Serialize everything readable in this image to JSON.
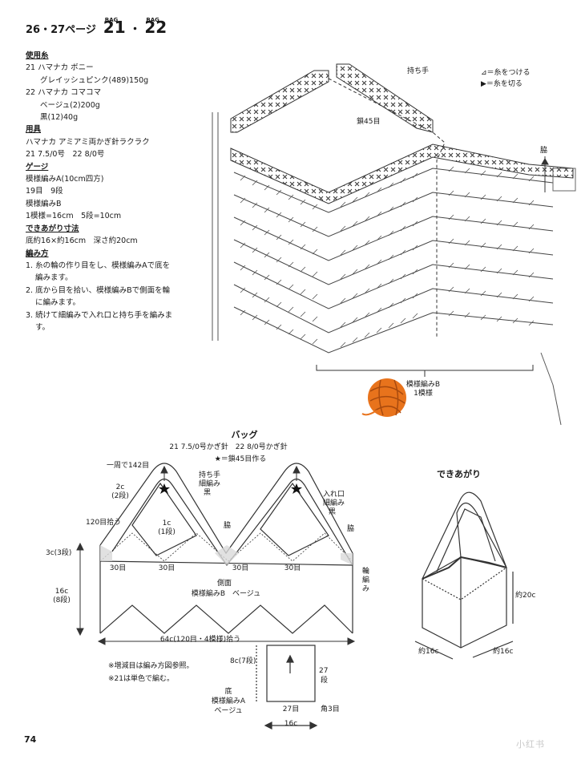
{
  "header": {
    "pages": "26・27ページ",
    "bag_label": "BAG",
    "bag_a": "21",
    "dot": "・",
    "bag_b": "22"
  },
  "spec": {
    "yarn_heading": "使用糸",
    "yarn_21_name": "21 ハマナカ ボニー",
    "yarn_21_color": "グレイッシュピンク(489)150g",
    "yarn_22_name": "22 ハマナカ コマコマ",
    "yarn_22_color1": "ベージュ(2)200g",
    "yarn_22_color2": "黒(12)40g",
    "tools_heading": "用具",
    "tools_line1": "ハマナカ アミアミ両かぎ針ラクラク",
    "tools_line2": "21 7.5/0号　22 8/0号",
    "gauge_heading": "ゲージ",
    "gauge_a": "模様編みA(10cm四方)",
    "gauge_a_val": "19目　9段",
    "gauge_b": "模様編みB",
    "gauge_b_val": "1模様=16cm　5段=10cm",
    "size_heading": "できあがり寸法",
    "size_val": "底約16×約16cm　深さ約20cm",
    "method_heading": "編み方",
    "step1": "1. 糸の輪の作り目をし、模様編みAで底を編みます。",
    "step2": "2. 底から目を拾い、模様編みBで側面を輪に編みます。",
    "step3": "3. 続けて細編みで入れ口と持ち手を編みます。"
  },
  "chart": {
    "handle_label": "持ち手",
    "chain45": "鎖45目",
    "legend_attach": "⊿＝糸をつける",
    "legend_cut": "▶＝糸を切る",
    "side_label": "脇",
    "pattern_label": "模様編みB",
    "pattern_sub": "1模様"
  },
  "bag": {
    "title": "バッグ",
    "hooks": "21 7.5/0号かぎ針　22 8/0号かぎ針",
    "star_note": "★＝鎖45目作る",
    "round142": "一周で142目",
    "c2": "2c",
    "c2_rows": "(2段)",
    "handle_sc": "持ち手",
    "handle_sc2": "細編み",
    "handle_sc3": "黒",
    "pick120": "120目拾う",
    "c1": "1c",
    "c1_rows": "(1段)",
    "side_a": "脇",
    "side_b": "脇",
    "opening": "入れ口",
    "opening2": "細編み",
    "opening3": "黒",
    "c3": "3c(3段)",
    "c16": "16c",
    "c16_rows": "(8段)",
    "s30_1": "30目",
    "s30_2": "30目",
    "s30_3": "30目",
    "s30_4": "30目",
    "side_name": "側面",
    "side_pattern": "模様編みB　ベージュ",
    "ring": "輪編み",
    "pick64": "64c(120目・4模様)拾う",
    "note1": "※増減目は編み方図参照。",
    "note2": "※21は単色で編む。",
    "c8": "8c(7段)",
    "r27": "27",
    "r27b": "段",
    "bottom": "底",
    "bottom2": "模様編みA",
    "bottom3": "ベージュ",
    "st27": "27目",
    "corner": "角3目",
    "c16w": "16c"
  },
  "finished": {
    "title": "できあがり",
    "h20": "約20c",
    "w16a": "約16c",
    "w16b": "約16c"
  },
  "page_number": "74",
  "watermark": "小红书"
}
